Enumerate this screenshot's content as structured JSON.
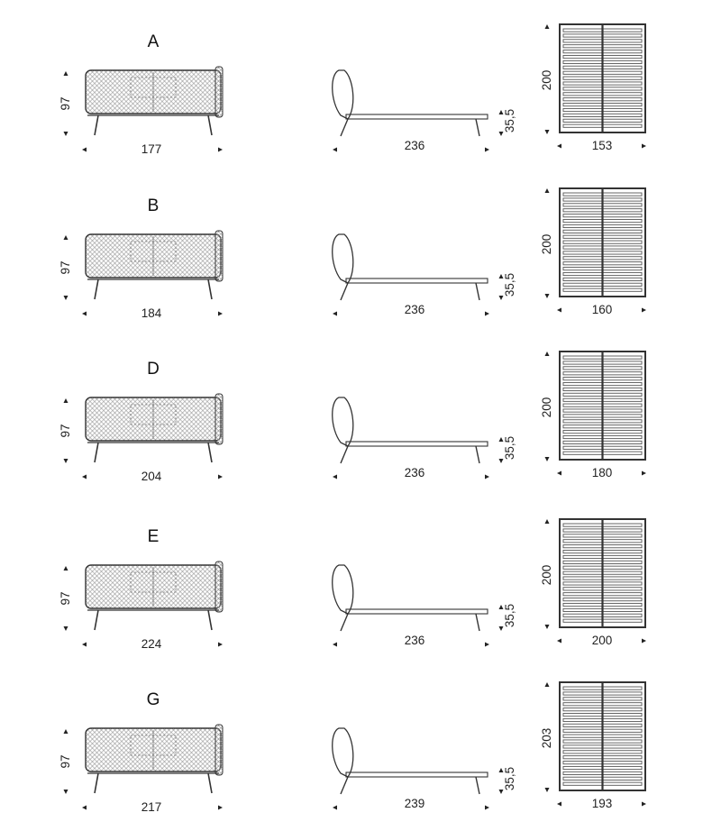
{
  "rows": [
    {
      "letter": "A",
      "front_height": "97",
      "front_width": "177",
      "side_width": "236",
      "side_height": "35,5",
      "top_length": "200",
      "top_width": "153"
    },
    {
      "letter": "B",
      "front_height": "97",
      "front_width": "184",
      "side_width": "236",
      "side_height": "35,5",
      "top_length": "200",
      "top_width": "160"
    },
    {
      "letter": "D",
      "front_height": "97",
      "front_width": "204",
      "side_width": "236",
      "side_height": "35,5",
      "top_length": "200",
      "top_width": "180"
    },
    {
      "letter": "E",
      "front_height": "97",
      "front_width": "224",
      "side_width": "236",
      "side_height": "35,5",
      "top_length": "200",
      "top_width": "200"
    },
    {
      "letter": "G",
      "front_height": "97",
      "front_width": "217",
      "side_width": "239",
      "side_height": "35,5",
      "top_length": "203",
      "top_width": "193"
    }
  ],
  "colors": {
    "line": "#333333",
    "slat": "#555555",
    "mesh": "#9a9a9a"
  }
}
